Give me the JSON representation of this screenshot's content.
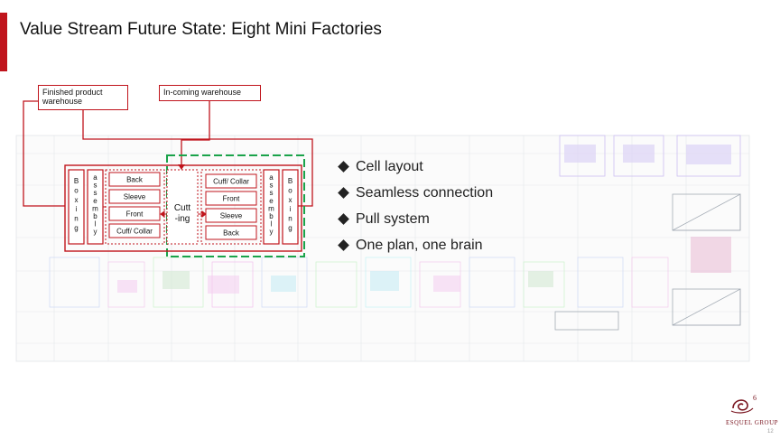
{
  "title": "Value Stream Future State: Eight Mini Factories",
  "callouts": {
    "finished_warehouse": "Finished product warehouse",
    "incoming_warehouse": "In-coming  warehouse"
  },
  "left_cell": {
    "boxing": "Boxing",
    "assembly": "assembly",
    "parts": [
      "Back",
      "Sleeve",
      "Front",
      "Cuff/ Collar"
    ]
  },
  "cutting": {
    "line1": "Cutt",
    "line2": "-ing"
  },
  "right_cell": {
    "parts": [
      "Cuff/ Collar",
      "Front",
      "Sleeve",
      "Back"
    ],
    "assembly": "assembly",
    "boxing": "Boxing"
  },
  "bullets": [
    "Cell layout",
    "Seamless connection",
    "Pull system",
    "One plan, one brain"
  ],
  "logo": {
    "text": "ESQUEL GROUP",
    "mark": "6"
  },
  "page_number": "12",
  "colors": {
    "accent": "#c0141c",
    "cell_border": "#c0141c",
    "cell_dashed": "#c0141c",
    "green_dashed": "#1aa34a"
  }
}
